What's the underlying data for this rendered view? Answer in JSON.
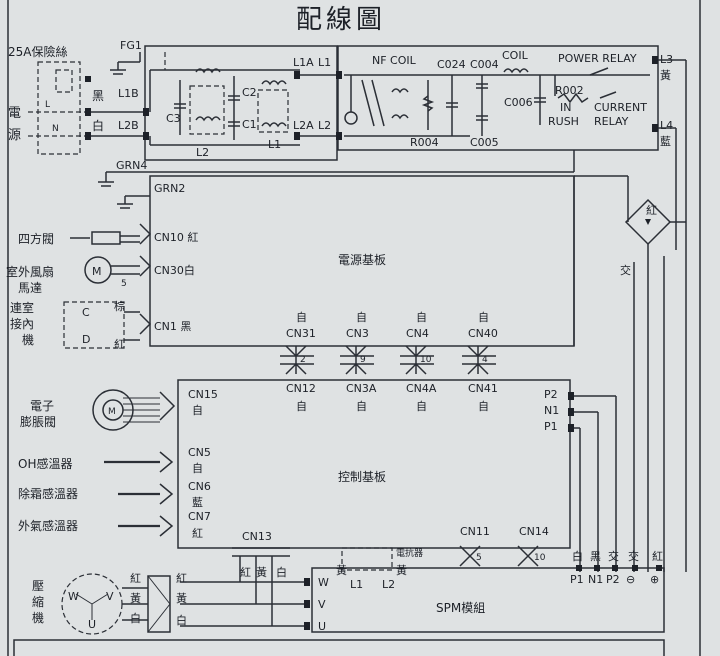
{
  "title": "配線圖",
  "fuse": "25A保險絲",
  "power": {
    "line1": "電",
    "line2": "源",
    "L": "L",
    "N": "N",
    "black": "黑",
    "white": "白"
  },
  "top": {
    "FG1": "FG1",
    "L1B": "L1B",
    "L2B": "L2B",
    "L1A": "L1A",
    "L2A": "L2A",
    "L1": "L1",
    "L2": "L2",
    "C3": "C3",
    "C2": "C2",
    "C1": "C1",
    "L2coil": "L2",
    "L1coil": "L1",
    "NFCOIL": "NF COIL",
    "C024": "C024",
    "C004": "C004",
    "C006": "C006",
    "COIL": "COIL",
    "R004": "R004",
    "C005": "C005",
    "POWER_RELAY": "POWER RELAY",
    "R002": "R002",
    "IN": "IN",
    "RUSH": "RUSH",
    "CURRENT": "CURRENT",
    "RELAY": "RELAY",
    "L3": "L3",
    "L4": "L4",
    "yellow": "黃",
    "blue": "藍"
  },
  "grn": {
    "grn4": "GRN4",
    "grn2": "GRN2"
  },
  "bridge": {
    "red": "紅",
    "ac": "交"
  },
  "power_board": {
    "title": "電源基板",
    "cn10": "CN10 紅",
    "cn30": "CN30白",
    "cn1": "CN1 黑",
    "four_way": "四方閥",
    "fan1": "室外風扇",
    "fan2": "馬達",
    "fan_pin": "5",
    "motor": "M",
    "conn1": "連室",
    "conn2": "接內",
    "conn3": "機",
    "brown": "棕",
    "red": "紅",
    "C": "C",
    "D": "D"
  },
  "bridges": [
    {
      "top_color": "自",
      "top_cn": "CN31",
      "pin": "2",
      "bot_cn": "CN12",
      "bot_color": "自"
    },
    {
      "top_color": "自",
      "top_cn": "CN3",
      "pin": "9",
      "bot_cn": "CN3A",
      "bot_color": "自"
    },
    {
      "top_color": "自",
      "top_cn": "CN4",
      "pin": "10",
      "bot_cn": "CN4A",
      "bot_color": "自"
    },
    {
      "top_color": "自",
      "top_cn": "CN40",
      "pin": "4",
      "bot_cn": "CN41",
      "bot_color": "自"
    }
  ],
  "control_board": {
    "title": "控制基板",
    "valve1": "電子",
    "valve2": "膨脹閥",
    "valve_motor": "M",
    "cn15": "CN15",
    "cn15c": "自",
    "oh": "OH感溫器",
    "cn5": "CN5",
    "cn5c": "自",
    "defrost": "除霜感溫器",
    "cn6": "CN6",
    "cn6c": "藍",
    "outdoor": "外氣感溫器",
    "cn7": "CN7",
    "cn7c": "紅",
    "P2": "P2",
    "N1": "N1",
    "P1": "P1",
    "cn11": "CN11",
    "cn11pin": "5",
    "cn14": "CN14",
    "cn14pin": "10",
    "cn13": "CN13"
  },
  "spm": {
    "title": "SPM模組",
    "W": "W",
    "V": "V",
    "U": "U",
    "r": "紅",
    "y": "黃",
    "w": "白",
    "reactor": "電抗器",
    "L1": "L1",
    "L2": "L2",
    "bot": [
      "P1",
      "N1",
      "P2",
      "⊖",
      "⊕"
    ],
    "botc": [
      "白",
      "黑",
      "交",
      "交",
      "紅"
    ]
  },
  "compressor": {
    "c1": "壓",
    "c2": "縮",
    "c3": "機",
    "W": "W",
    "V": "V",
    "U": "U",
    "r": "紅",
    "y": "黃",
    "w": "白"
  }
}
